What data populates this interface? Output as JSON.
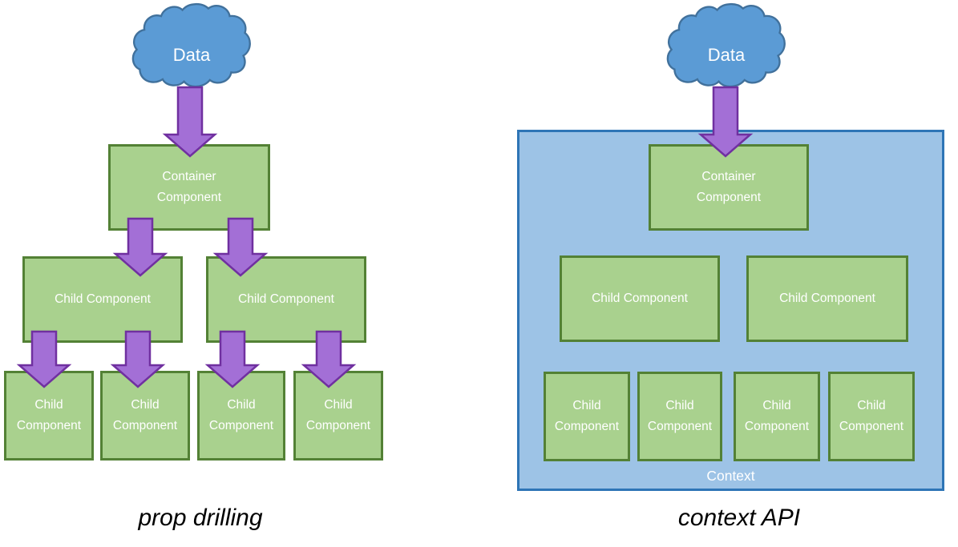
{
  "colors": {
    "cloud_fill": "#5B9BD5",
    "cloud_border": "#41719C",
    "box_fill": "#A9D18E",
    "box_border": "#538135",
    "arrow_fill": "#A36FD6",
    "arrow_border": "#7030A0",
    "context_fill": "#9DC3E6",
    "context_border": "#2E75B6",
    "label_text": "#FFFFFF",
    "caption_text": "#000000"
  },
  "left": {
    "cloud_label": "Data",
    "container_label": "Container Component",
    "child_label": "Child Component",
    "caption": "prop drilling"
  },
  "right": {
    "cloud_label": "Data",
    "container_label": "Container Component",
    "child_label": "Child Component",
    "context_label": "Context",
    "caption": "context API"
  }
}
